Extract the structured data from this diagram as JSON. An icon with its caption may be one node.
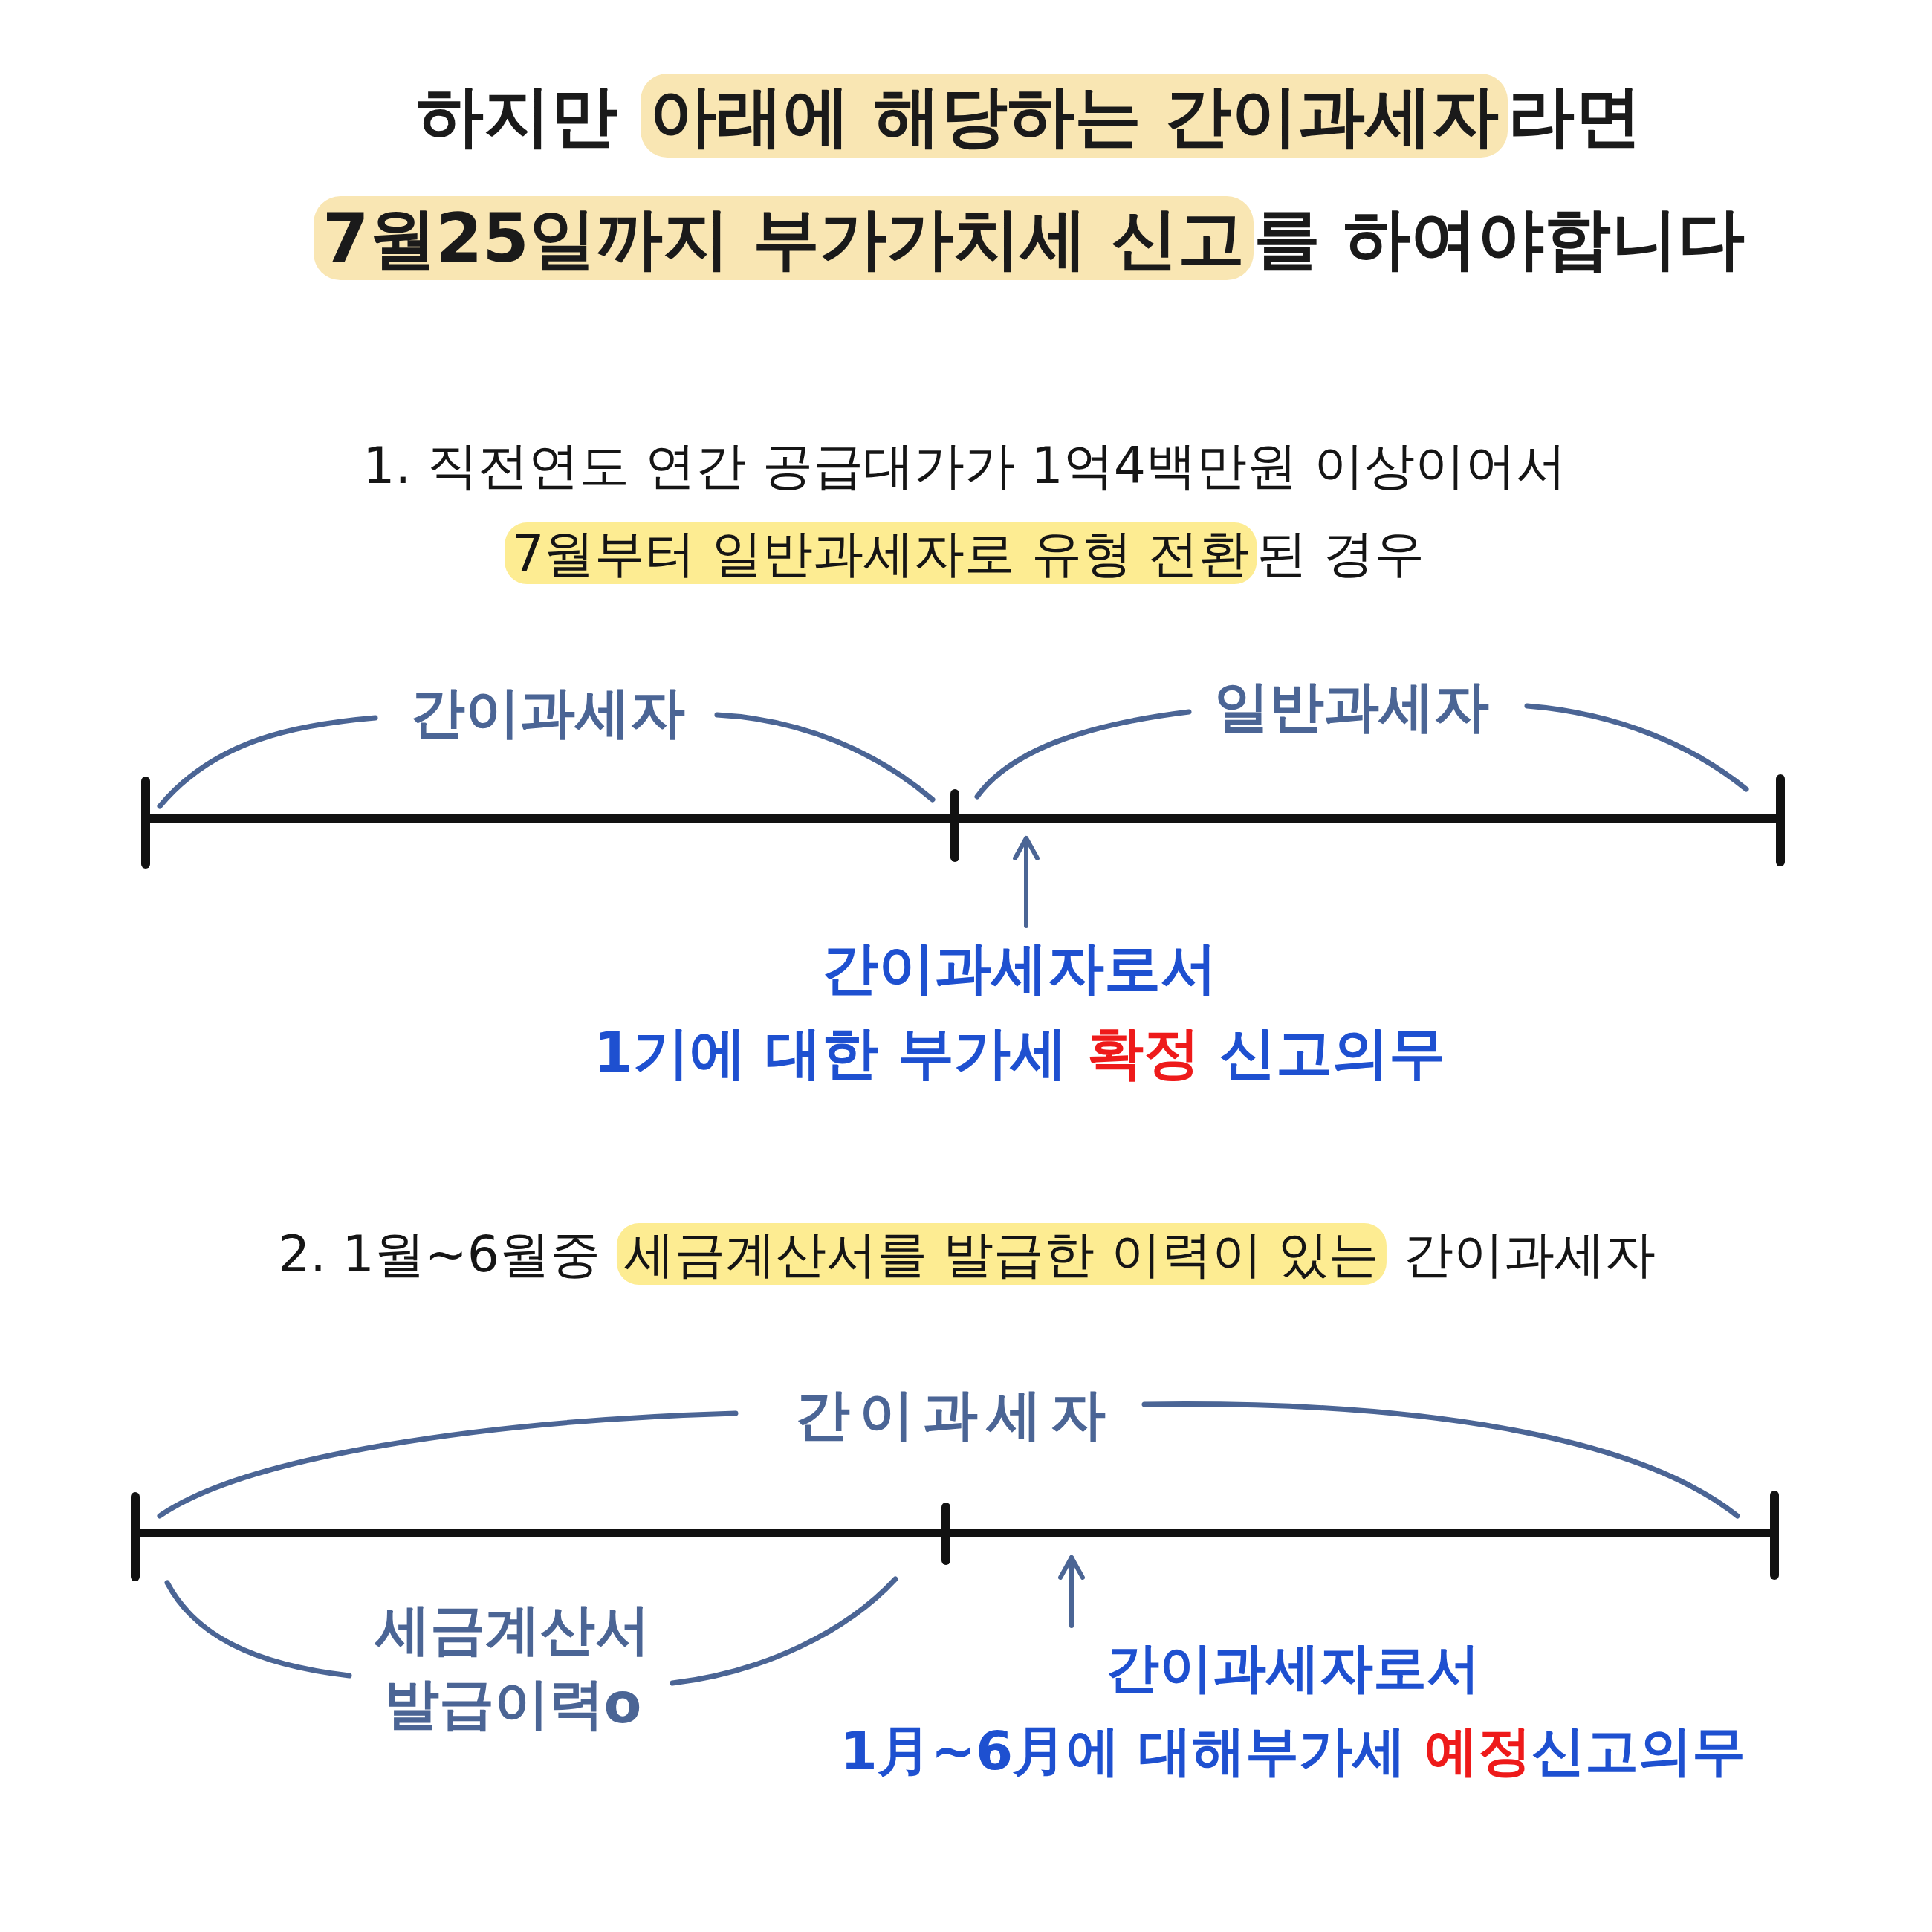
{
  "diagram": {
    "title": "하지만 **아래에 해당하는 간이과세자**라면 **7월25일까지 부가가치세 신고**를 하여야합니다",
    "nodes": [
      {
        "text": [
          "간이과세자로서 1기에 대한 부가세 **확정** 신고의무"
        ]
      },
      {
        "text": [
          "간이과세자로서 1月~6月에 대해부가세 **예정**신고의무"
        ]
      }
    ],
    "edges": [
      {
        "from": 0,
        "to": null,
        "arrow": "to"
      },
      {
        "from": 1,
        "to": null,
        "arrow": "to"
      }
    ],
    "labels": [
      "1. 직전연도 연간 공급대가가 1억4백만원 이상이어서 **7월부터 일반과세자로 유형 전환**된 경우",
      "간이과세자",
      "일반과세자",
      "2. 1월~6월중 **세금계산서를 발급한 이력이 있는** 간이과세자",
      "간이과세자",
      "세금계산서 발급이력o"
    ]
  }
}
